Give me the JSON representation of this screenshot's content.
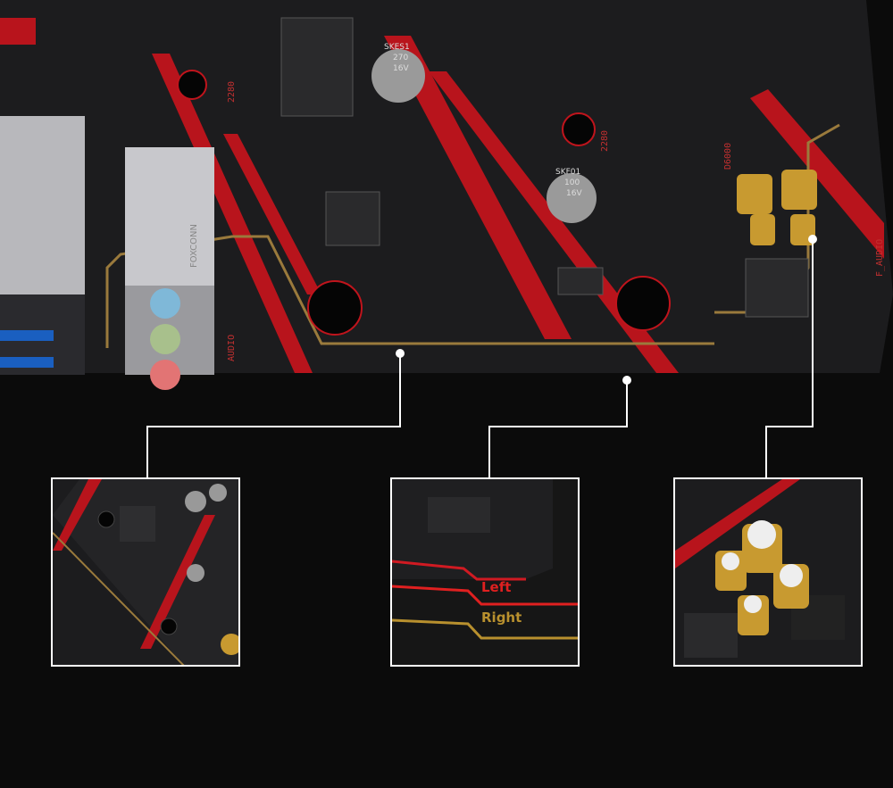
{
  "board": {
    "silkscreen": [
      "2280",
      "2280",
      "AUDIO",
      "F_AUDIO",
      "D6000",
      "FOXCONN"
    ],
    "capacitors": [
      {
        "lines": [
          "SKES1",
          "270",
          "16V"
        ]
      },
      {
        "lines": [
          "SKF01",
          "100",
          "16V"
        ]
      }
    ]
  },
  "insets": [
    {
      "label": ""
    },
    {
      "labels": {
        "left": "Left",
        "right": "Right"
      }
    },
    {
      "label": ""
    }
  ],
  "colors": {
    "background": "#0b0b0b",
    "board": "#1c1c1e",
    "stripe": "#c0141c",
    "trace": "#9a7a3c",
    "callout": "#ffffff"
  }
}
